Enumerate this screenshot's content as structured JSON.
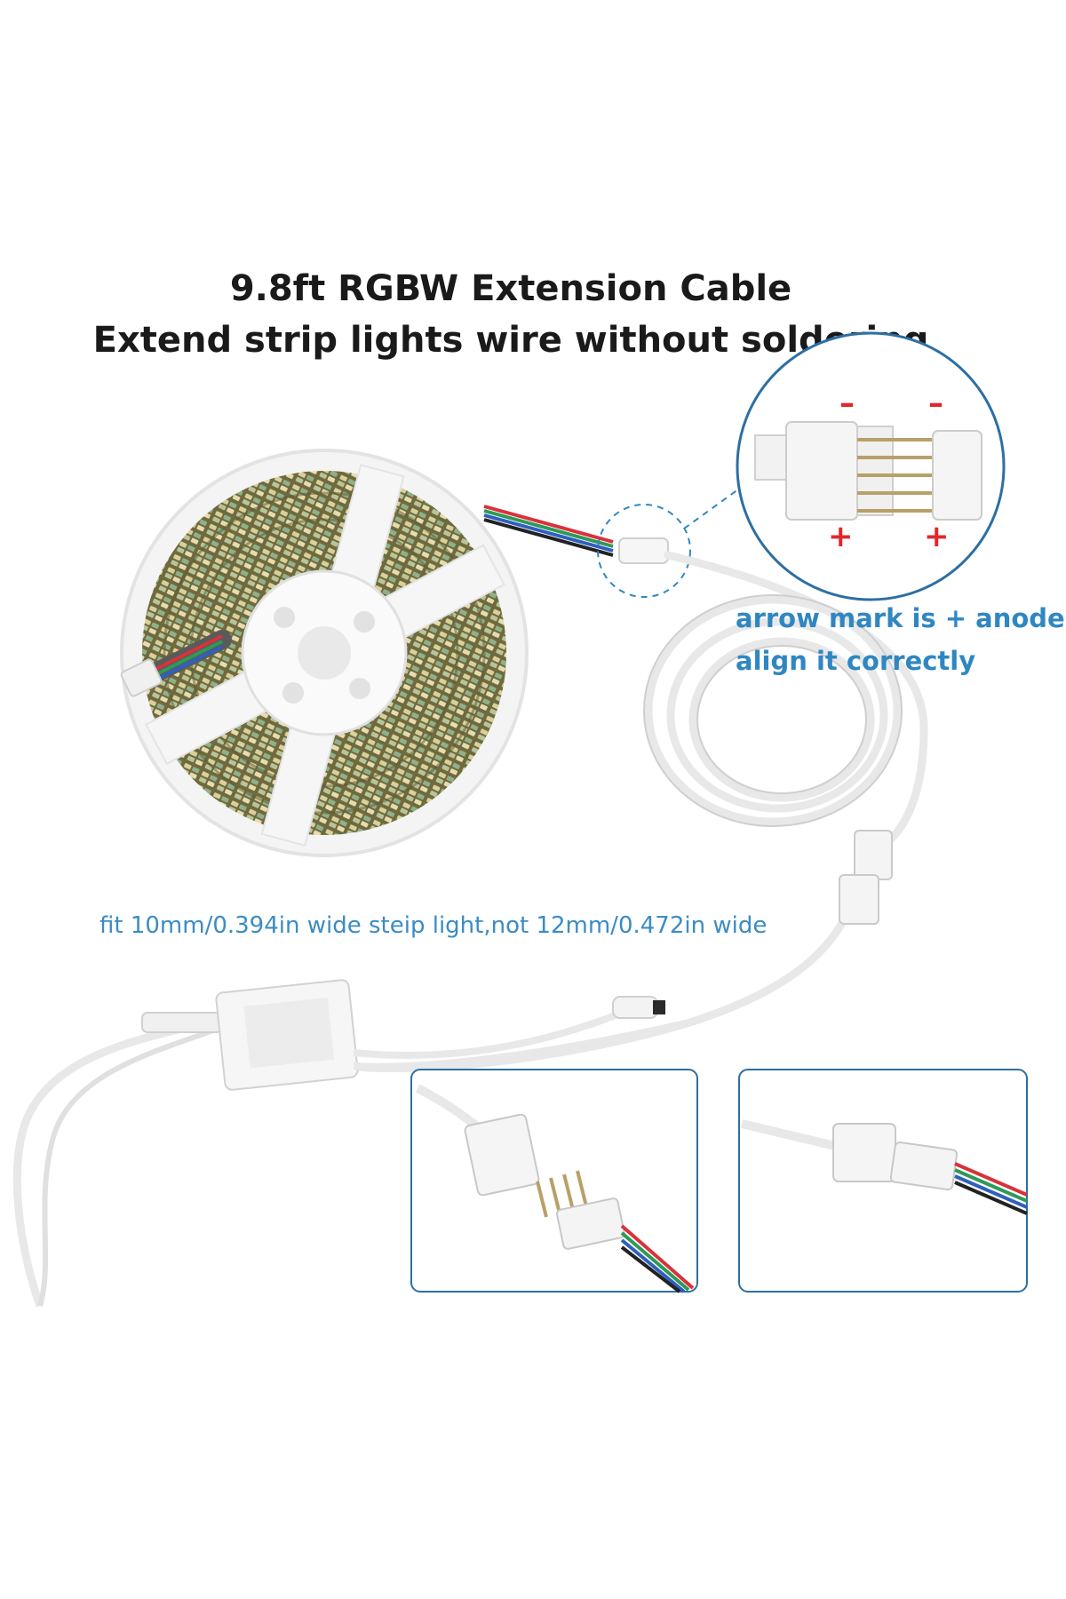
{
  "title": {
    "line1": "9.8ft RGBW Extension Cable",
    "line2": "Extend strip lights wire without soldering"
  },
  "callouts": {
    "anode_line1": "arrow mark is + anode,",
    "anode_line2": "align it correctly",
    "width_note": "fit 10mm/0.394in wide steip light,not 12mm/0.472in wide"
  },
  "polarity": {
    "minus": "–",
    "plus": "+"
  },
  "colors": {
    "accent_blue": "#2f87c2",
    "plus_red": "#e3262b",
    "minus_red": "#e3262b",
    "frame_blue": "#2c6fa3",
    "wire_red": "#d8323a",
    "wire_green": "#2e9a57",
    "wire_blue": "#2f5fbf",
    "wire_black": "#222222"
  },
  "icons": [
    "led-strip-reel",
    "extension-cable",
    "connector-pin",
    "ir-controller"
  ]
}
